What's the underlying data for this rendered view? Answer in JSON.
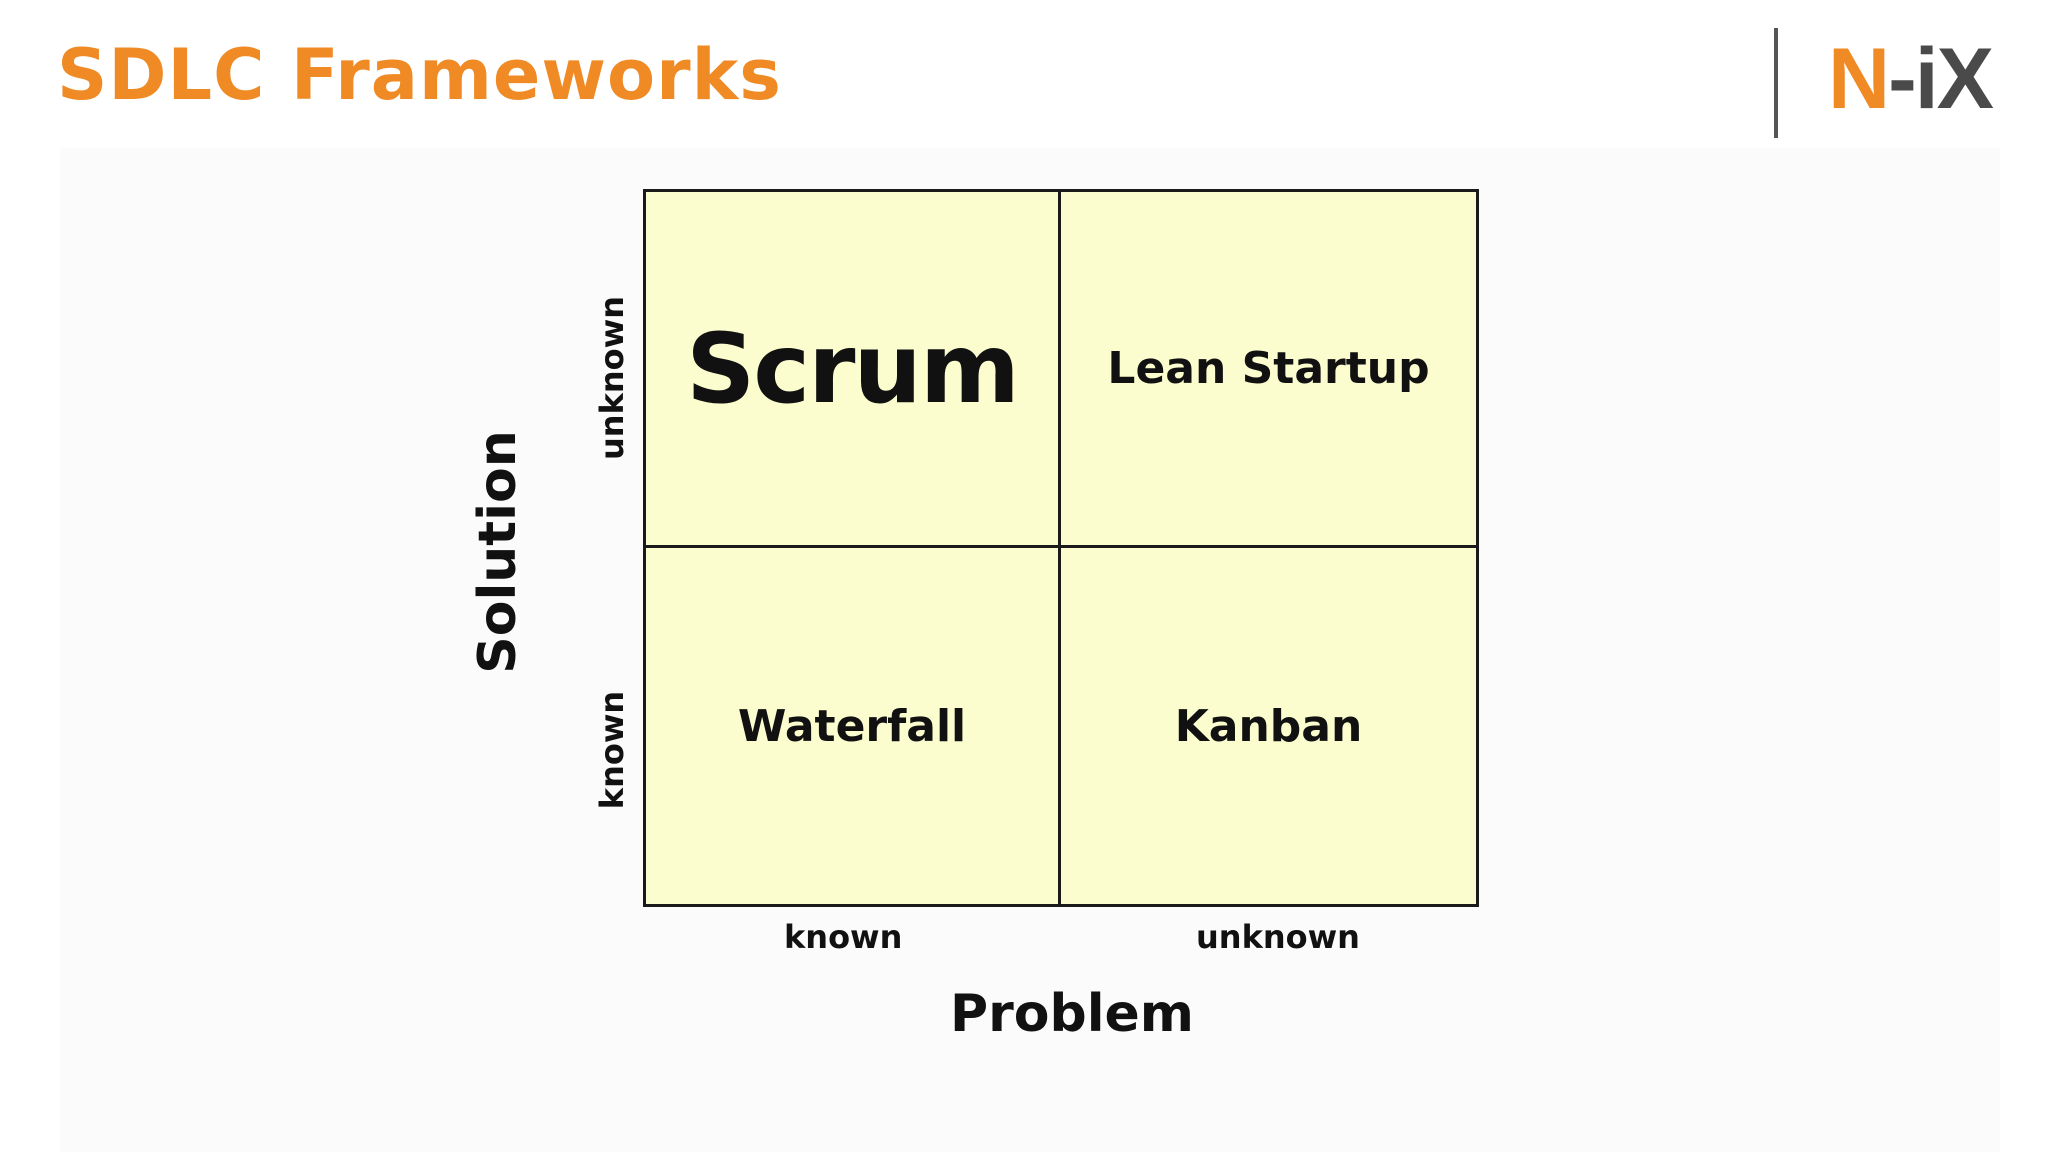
{
  "header": {
    "title": "SDLC Frameworks",
    "logo": {
      "part1": "N",
      "part2": "-iX"
    }
  },
  "colors": {
    "accent": "#f08a24",
    "cell_fill": "#fcfdcf",
    "text": "#111111"
  },
  "matrix": {
    "cells": {
      "top_left": "Scrum",
      "top_right": "Lean Startup",
      "bottom_left": "Waterfall",
      "bottom_right": "Kanban"
    },
    "x_axis": {
      "title": "Problem",
      "ticks": [
        "known",
        "unknown"
      ]
    },
    "y_axis": {
      "title": "Solution",
      "ticks": [
        "known",
        "unknown"
      ]
    }
  }
}
